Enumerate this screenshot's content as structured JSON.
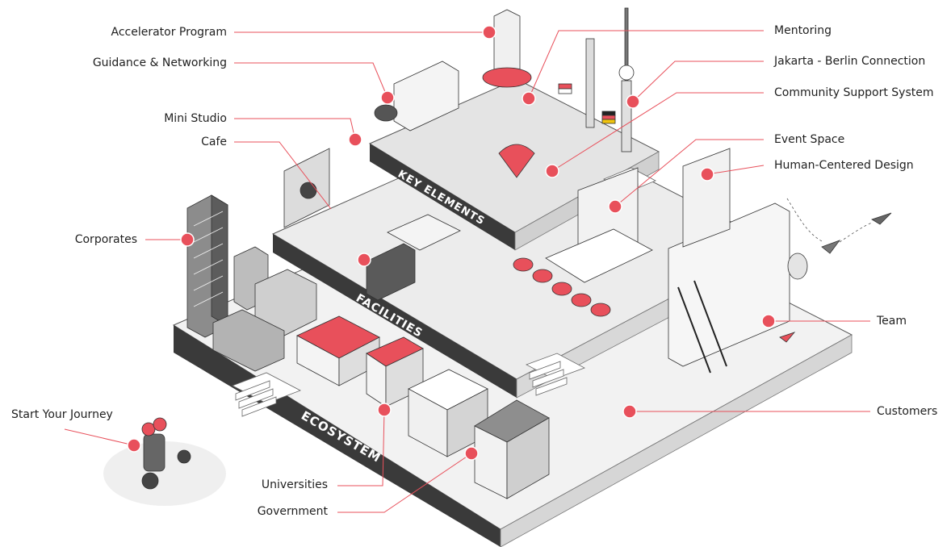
{
  "accent_color": "#e8505b",
  "tiers": {
    "top": "KEY ELEMENTS",
    "middle": "FACILITIES",
    "bottom": "ECOSYSTEM"
  },
  "callouts": {
    "accelerator_program": "Accelerator Program",
    "guidance_networking": "Guidance & Networking",
    "mini_studio": "Mini Studio",
    "cafe": "Cafe",
    "corporates": "Corporates",
    "start_your_journey": "Start Your Journey",
    "universities": "Universities",
    "government": "Government",
    "mentoring": "Mentoring",
    "jakarta_berlin": "Jakarta - Berlin Connection",
    "community_support": "Community Support System",
    "event_space": "Event Space",
    "human_centered_design": "Human-Centered Design",
    "team": "Team",
    "customers": "Customers"
  }
}
